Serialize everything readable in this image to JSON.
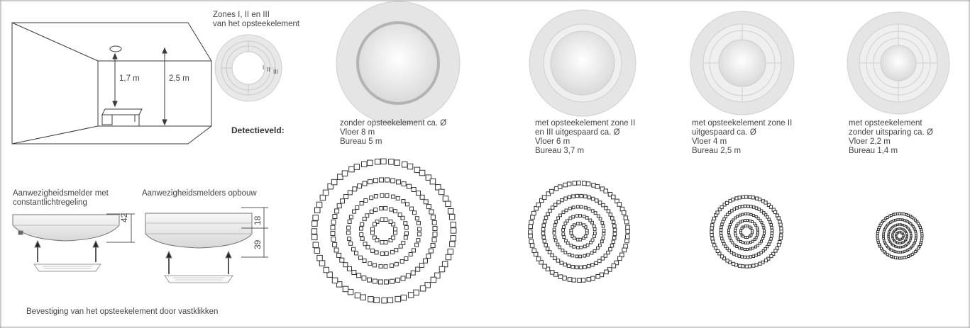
{
  "room": {
    "height_label_1": "1,7 m",
    "height_label_2": "2,5 m"
  },
  "zones": {
    "title_line1": "Zones I, II en III",
    "title_line2": "van het opsteekelement",
    "labels": [
      "I",
      "II",
      "III"
    ]
  },
  "detection_label": "Detectieveld:",
  "variants": [
    {
      "lines": [
        "zonder opsteekelement ca. Ø",
        "Vloer 8 m",
        "Bureau 5 m"
      ]
    },
    {
      "lines": [
        "met opsteekelement zone II",
        "en III uitgespaard ca. Ø",
        "Vloer 6 m",
        "Bureau 3,7 m"
      ]
    },
    {
      "lines": [
        "met opsteekelement zone II",
        "uitgespaard ca. Ø",
        "Vloer 4 m",
        "Bureau 2,5 m"
      ]
    },
    {
      "lines": [
        "met opsteekelement",
        "zonder  uitsparing ca. Ø",
        "Vloer 2,2 m",
        "Bureau 1,4 m"
      ]
    }
  ],
  "sensors": {
    "left_title_line1": "Aanwezigheidsmelder met",
    "left_title_line2": "constantlichtregeling",
    "right_title": "Aanwezigheidsmelders opbouw",
    "dim_42": "42",
    "dim_18": "18",
    "dim_39": "39",
    "caption": "Bevestiging van het opsteekelement door vastklikken"
  },
  "colors": {
    "outer_disc": "#e6e6e6",
    "inner_lens": "#f4f4f4",
    "ring_dark": "#b0b0b0",
    "line": "#3a3a3a"
  }
}
